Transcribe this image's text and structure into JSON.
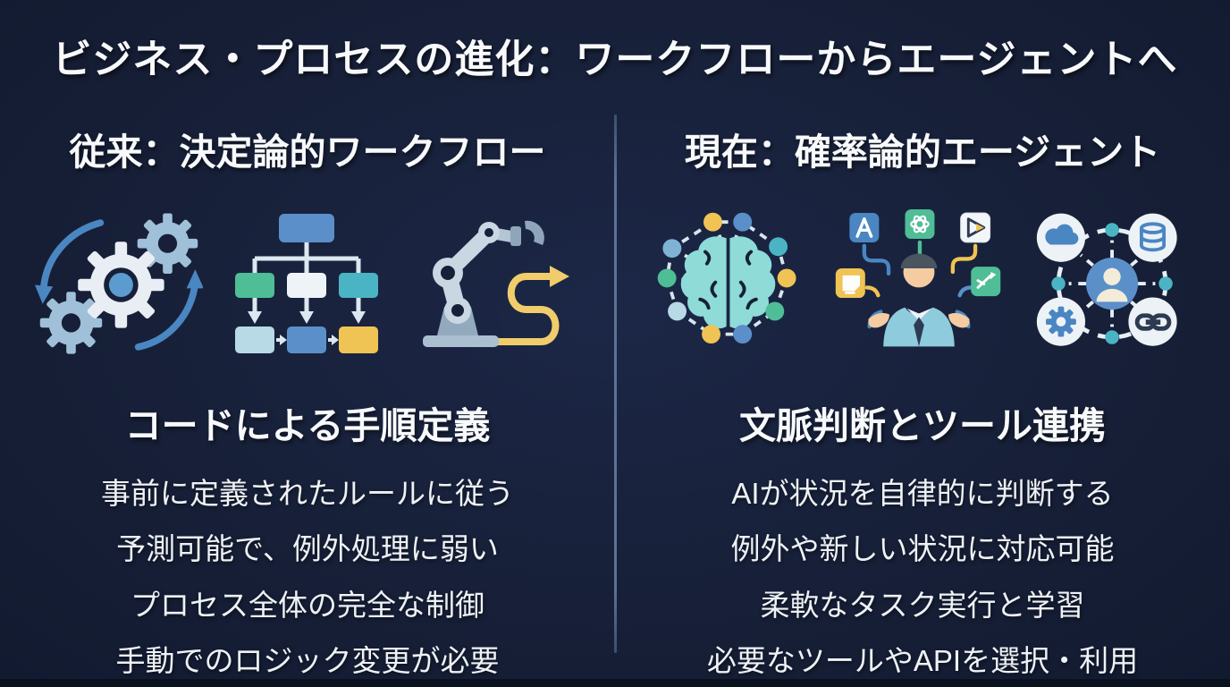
{
  "title": "ビジネス・プロセスの進化：ワークフローからエージェントへ",
  "colors": {
    "background": "#172038",
    "text": "#f4f7fa",
    "divider": "#5d7294",
    "blue": "#4a86c2",
    "steel_blue": "#5b8fc9",
    "light_blue": "#b8d9e6",
    "teal": "#4ab4c4",
    "green": "#4fbd96",
    "yellow": "#f0c355",
    "gray_blue": "#9fb6c9",
    "brain_cyan": "#8edbd8",
    "bottom_bar": "#0b121f"
  },
  "columns": [
    {
      "heading": "従来：決定論的ワークフロー",
      "icons": [
        "gears-cycle-icon",
        "flowchart-icon",
        "robot-arm-icon"
      ],
      "subheading": "コードによる手順定義",
      "points": [
        "事前に定義されたルールに従う",
        "予測可能で、例外処理に弱い",
        "プロセス全体の完全な制御",
        "手動でのロジック変更が必要"
      ]
    },
    {
      "heading": "現在：確率論的エージェント",
      "icons": [
        "brain-network-icon",
        "agent-tools-icon",
        "integration-network-icon"
      ],
      "subheading": "文脈判断とツール連携",
      "points": [
        "AIが状況を自律的に判断する",
        "例外や新しい状況に対応可能",
        "柔軟なタスク実行と学習",
        "必要なツールやAPIを選択・利用"
      ]
    }
  ]
}
